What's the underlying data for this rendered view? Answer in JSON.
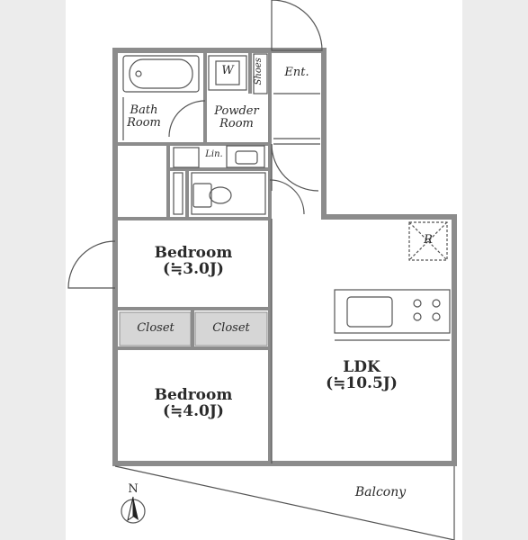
{
  "rooms": {
    "bath": {
      "line1": "Bath",
      "line2": "Room"
    },
    "washer": "W",
    "shoes": "Shoes",
    "entrance": "Ent.",
    "powder": {
      "line1": "Powder",
      "line2": "Room"
    },
    "linen": "Lin.",
    "bedroom1": {
      "name": "Bedroom",
      "size": "(≒3.0J)"
    },
    "closet1": "Closet",
    "closet2": "Closet",
    "bedroom2": {
      "name": "Bedroom",
      "size": "(≒4.0J)"
    },
    "ldk": {
      "name": "LDK",
      "size": "(≒10.5J)"
    },
    "balcony": "Balcony",
    "refrigerator": "R"
  },
  "compass": {
    "north": "N"
  },
  "colors": {
    "wall": "#8c8c8c",
    "line": "#555555",
    "closet_fill": "#d6d6d6",
    "background": "#ffffff"
  }
}
